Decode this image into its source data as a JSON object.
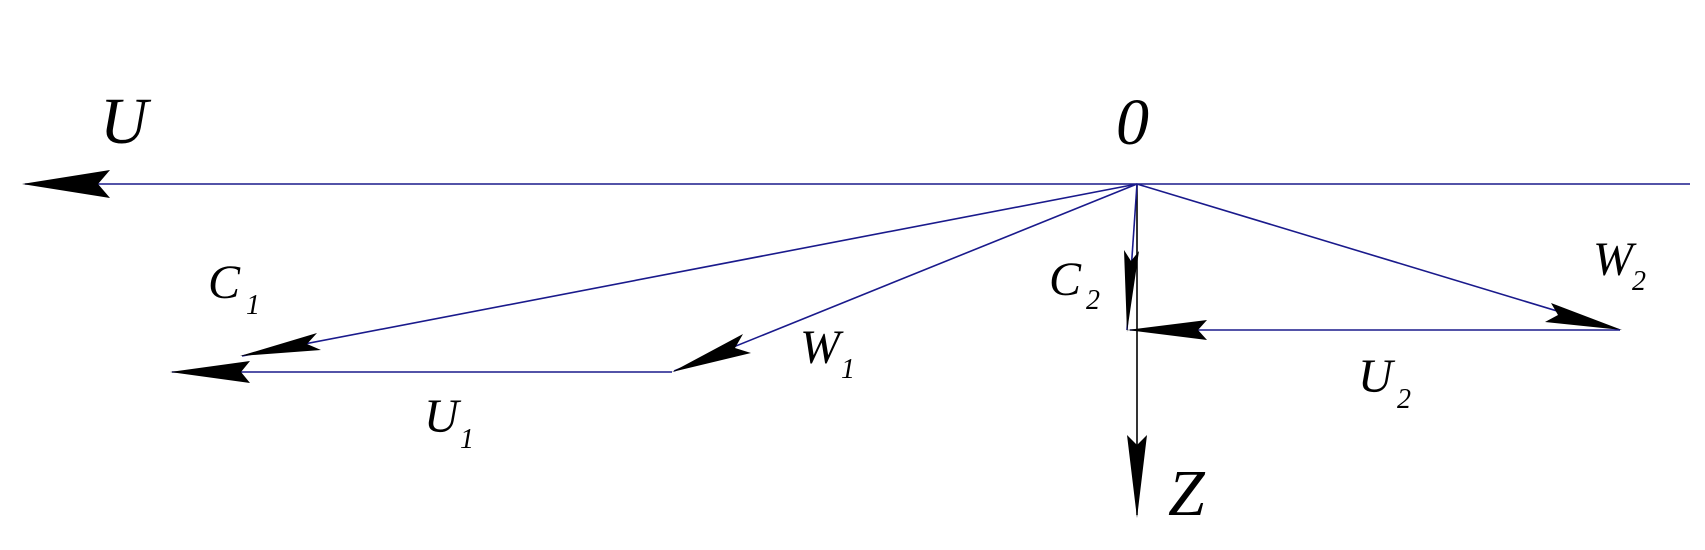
{
  "diagram": {
    "labels": {
      "u_axis": "U",
      "origin": "0",
      "z_axis": "Z",
      "c1": {
        "main": "C",
        "sub": "1"
      },
      "w1": {
        "main": "W",
        "sub": "1"
      },
      "u1": {
        "main": "U",
        "sub": "1"
      },
      "c2": {
        "main": "C",
        "sub": "2"
      },
      "w2": {
        "main": "W",
        "sub": "2"
      },
      "u2": {
        "main": "U",
        "sub": "2"
      }
    },
    "colors": {
      "vector_lines": "#1a1a8c",
      "arrowheads": "#000000",
      "background": "#ffffff"
    }
  }
}
